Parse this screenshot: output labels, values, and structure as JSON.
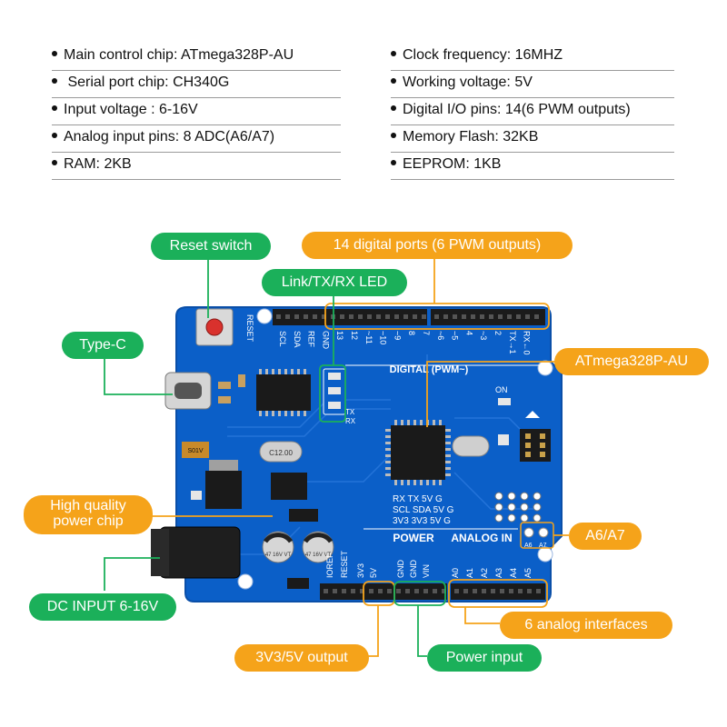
{
  "specs_left": [
    "Main control chip: ATmega328P-AU",
    "Serial port chip: CH340G",
    "Input voltage : 6-16V",
    "Analog input pins: 8 ADC(A6/A7)",
    "RAM: 2KB"
  ],
  "specs_right": [
    "Clock frequency: 16MHZ",
    "Working voltage: 5V",
    "Digital I/O pins: 14(6 PWM outputs)",
    "Memory Flash: 32KB",
    "EEPROM: 1KB"
  ],
  "callouts": {
    "reset_switch": "Reset switch",
    "digital_ports": "14 digital ports (6 PWM outputs)",
    "led": "Link/TX/RX LED",
    "type_c": "Type-C",
    "mcu": "ATmega328P-AU",
    "power_chip_line1": "High quality",
    "power_chip_line2": "power chip",
    "a6a7": "A6/A7",
    "dc_input": "DC INPUT 6-16V",
    "analog": "6 analog interfaces",
    "v_output": "3V3/5V output",
    "power_input": "Power input"
  },
  "board_text": {
    "reset": "RESET",
    "top_pins": [
      "SCL",
      "SDA",
      "REF",
      "GND",
      "13",
      "12",
      "~11",
      "~10",
      "~9",
      "8",
      "7",
      "~6",
      "~5",
      "4",
      "~3",
      "2",
      "TX→1",
      "RX←0"
    ],
    "digital": "DIGITAL (PWM~)",
    "on": "ON",
    "tx": "TX",
    "rx": "RX",
    "ic_rows": [
      "RX   TX   5V  G",
      "SCL  SDA  5V  G",
      "3V3  3V3  5V  G"
    ],
    "power": "POWER",
    "analog_in": "ANALOG IN",
    "bottom_pins": [
      "IOREF",
      "RESET",
      "3V3",
      "5V",
      "GND",
      "GND",
      "VIN",
      "A0",
      "A1",
      "A2",
      "A3",
      "A4",
      "A5"
    ],
    "a6": "A6",
    "a7": "A7",
    "crystal": "C12.00",
    "s01v": "S01V",
    "cap1": "47 16V VT",
    "cap2": "47 16V VT"
  },
  "colors": {
    "board": "#0b5fc8",
    "green": "#1bb05a",
    "orange": "#f5a31a"
  }
}
